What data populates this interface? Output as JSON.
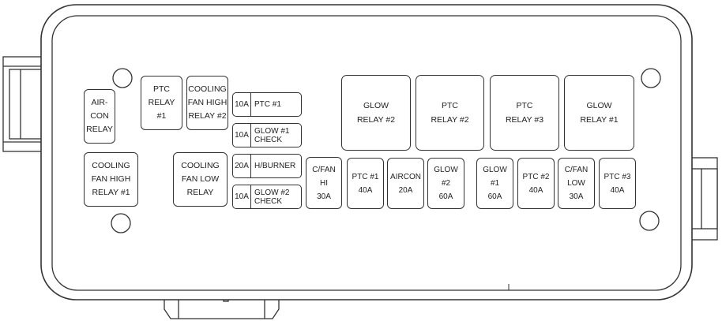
{
  "relays": {
    "aircon": "AIR-\nCON\nRELAY",
    "ptc1": "PTC\nRELAY\n#1",
    "cooling_fan_high2": "COOLING\nFAN HIGH\nRELAY #2",
    "cooling_fan_high1": "COOLING\nFAN HIGH\nRELAY #1",
    "cooling_fan_low": "COOLING\nFAN LOW\nRELAY",
    "glow2": "GLOW\nRELAY #2",
    "ptc2": "PTC\nRELAY #2",
    "ptc3": "PTC\nRELAY #3",
    "glow1": "GLOW\nRELAY #1"
  },
  "small_fuses": [
    {
      "amp": "10A",
      "label": "PTC #1"
    },
    {
      "amp": "10A",
      "label": "GLOW #1\nCHECK"
    },
    {
      "amp": "20A",
      "label": "H/BURNER"
    },
    {
      "amp": "10A",
      "label": "GLOW #2\nCHECK"
    }
  ],
  "fuses": [
    "C/FAN\nHI\n30A",
    "PTC #1\n40A",
    "AIRCON\n20A",
    "GLOW\n#2\n60A",
    "GLOW\n#1\n60A",
    "PTC #2\n40A",
    "C/FAN\nLOW\n30A",
    "PTC #3\n40A"
  ]
}
